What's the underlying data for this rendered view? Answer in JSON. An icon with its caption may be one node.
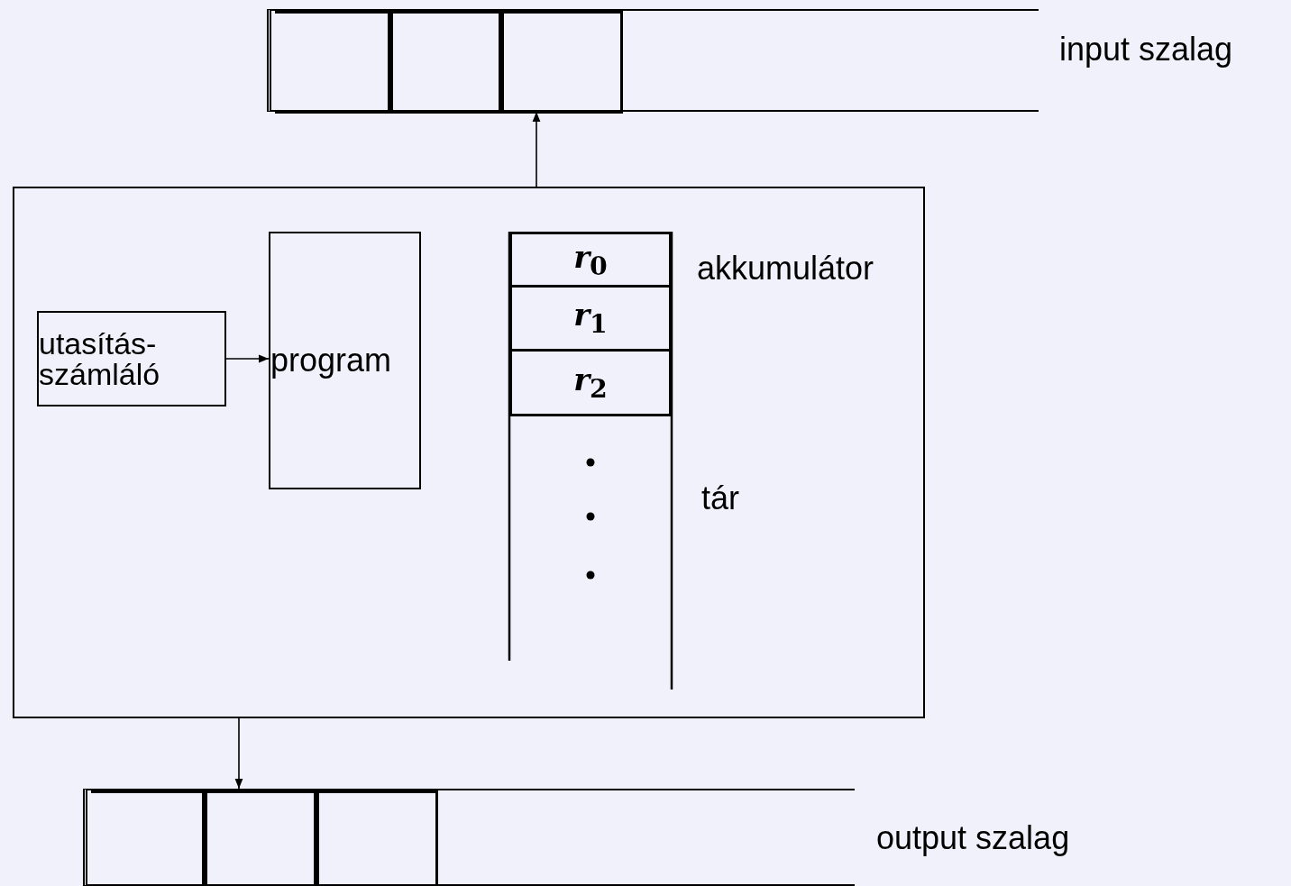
{
  "diagram": {
    "nodes": [
      {
        "text": [],
        "shape": "box",
        "beside": [
          "input szalag"
        ]
      },
      {
        "text": [],
        "shape": "box",
        "in": 0
      },
      {
        "text": [],
        "shape": "box",
        "in": 0
      },
      {
        "text": [],
        "shape": "box",
        "in": 0
      },
      {
        "text": [],
        "shape": "box"
      },
      {
        "text": [
          "utasítás- számláló"
        ],
        "in": 4
      },
      {
        "text": [
          "program"
        ],
        "in": 4
      },
      {
        "text": [],
        "shape": "box",
        "in": 4,
        "beside": [
          "tár"
        ]
      },
      {
        "text": [
          "*r*$_{0}$"
        ],
        "in": 7,
        "beside": [
          "akkumulátor"
        ]
      },
      {
        "text": [
          "*r*$_{1}$"
        ],
        "in": 7
      },
      {
        "text": [
          "*r*$_{2}$"
        ],
        "in": 7
      },
      {
        "text": [],
        "shape": "box",
        "beside": [
          "output szalag"
        ]
      },
      {
        "text": [],
        "shape": "box",
        "in": 11
      },
      {
        "text": [],
        "shape": "box",
        "in": 11
      },
      {
        "text": [],
        "shape": "box",
        "in": 11
      }
    ],
    "edges": [
      {
        "from": 4,
        "to": 3,
        "arrow": "to"
      },
      {
        "from": 5,
        "to": 6,
        "arrow": "to"
      },
      {
        "from": 4,
        "to": 13,
        "arrow": "to"
      }
    ]
  }
}
